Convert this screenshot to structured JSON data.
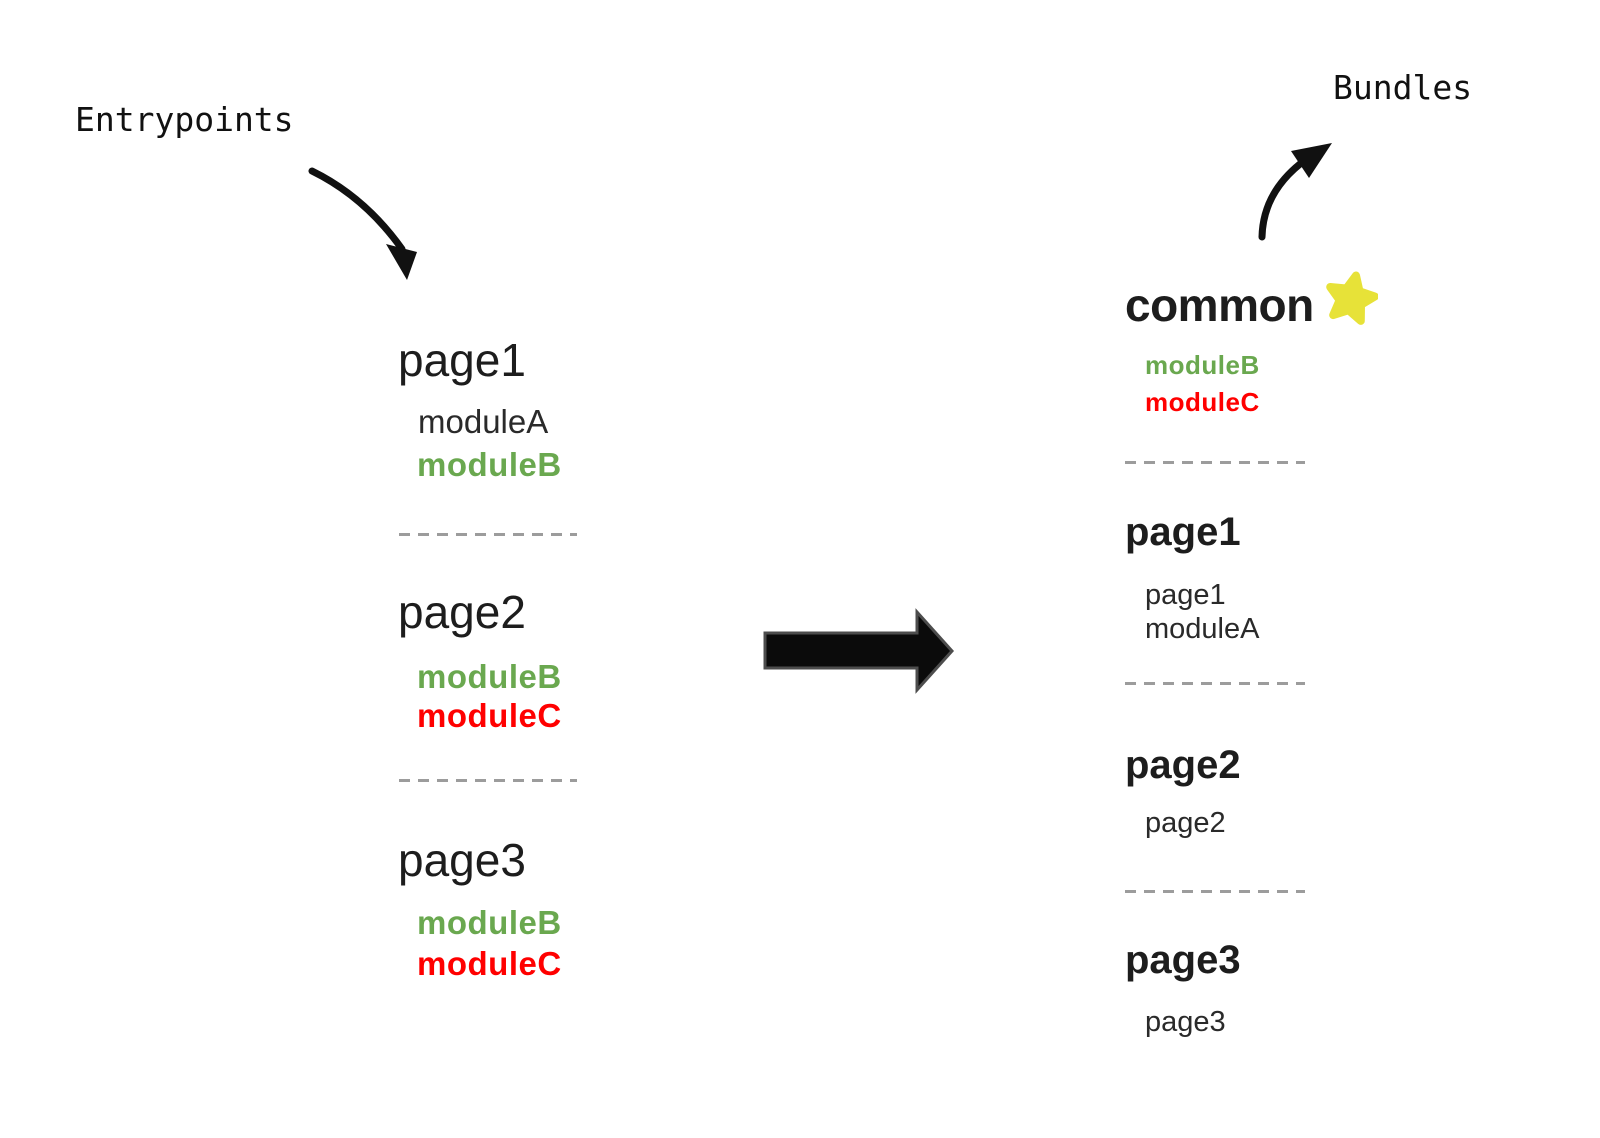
{
  "labels": {
    "entrypoints": "Entrypoints",
    "bundles": "Bundles"
  },
  "entry_column": {
    "groups": [
      {
        "title": "page1",
        "modules": [
          {
            "label": "moduleA"
          },
          {
            "label": "moduleB"
          }
        ]
      },
      {
        "title": "page2",
        "modules": [
          {
            "label": "moduleB"
          },
          {
            "label": "moduleC"
          }
        ]
      },
      {
        "title": "page3",
        "modules": [
          {
            "label": "moduleB"
          },
          {
            "label": "moduleC"
          }
        ]
      }
    ]
  },
  "bundle_column": {
    "groups": [
      {
        "title": "common",
        "starred": true,
        "modules": [
          {
            "label": "moduleB"
          },
          {
            "label": "moduleC"
          }
        ]
      },
      {
        "title": "page1",
        "modules": [
          {
            "label": "page1"
          },
          {
            "label": "moduleA"
          }
        ]
      },
      {
        "title": "page2",
        "modules": [
          {
            "label": "page2"
          }
        ]
      },
      {
        "title": "page3",
        "modules": [
          {
            "label": "page3"
          }
        ]
      }
    ]
  },
  "icons": {
    "star": "star-icon",
    "transform_arrow": "right-arrow-icon",
    "entry_arrow": "curved-down-arrow-icon",
    "bundle_arrow": "curved-up-arrow-icon"
  },
  "colors": {
    "module_green": "#6aa84f",
    "module_red": "#ff0000",
    "star_yellow": "#e7e238",
    "text_black": "#1d1d1d",
    "dash_gray": "#9c9c9c",
    "arrow_black": "#111111"
  }
}
